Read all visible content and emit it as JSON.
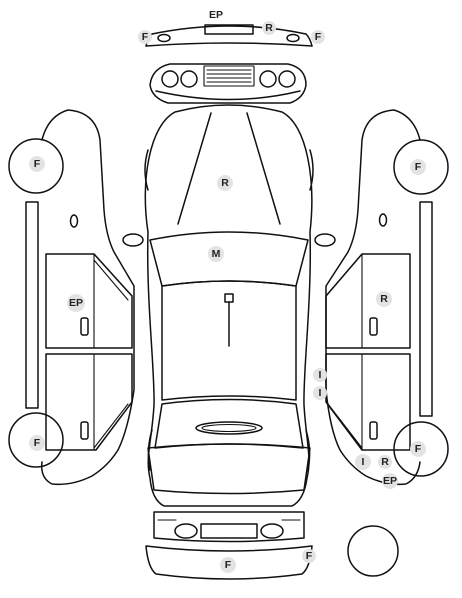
{
  "markers": {
    "front_bumper_top": "EP",
    "front_left_light": "F",
    "front_right_light": "F",
    "front_grille": "R",
    "hood": "R",
    "windshield": "M",
    "left_front_wheel": "F",
    "left_front_door": "EP",
    "left_rear_wheel": "F",
    "right_front_wheel": "F",
    "right_front_door": "R",
    "right_pillar_upper": "I",
    "right_pillar_lower": "I",
    "right_rear_sill": "I",
    "right_rear_quarter": "R",
    "right_rear_wheel": "F",
    "right_rear_bumper": "EP",
    "rear_bumper_right": "F",
    "rear_bumper_bottom": "F"
  },
  "colors": {
    "outline": "#111111",
    "badge": "#e3e3e3",
    "label": "#222222"
  }
}
